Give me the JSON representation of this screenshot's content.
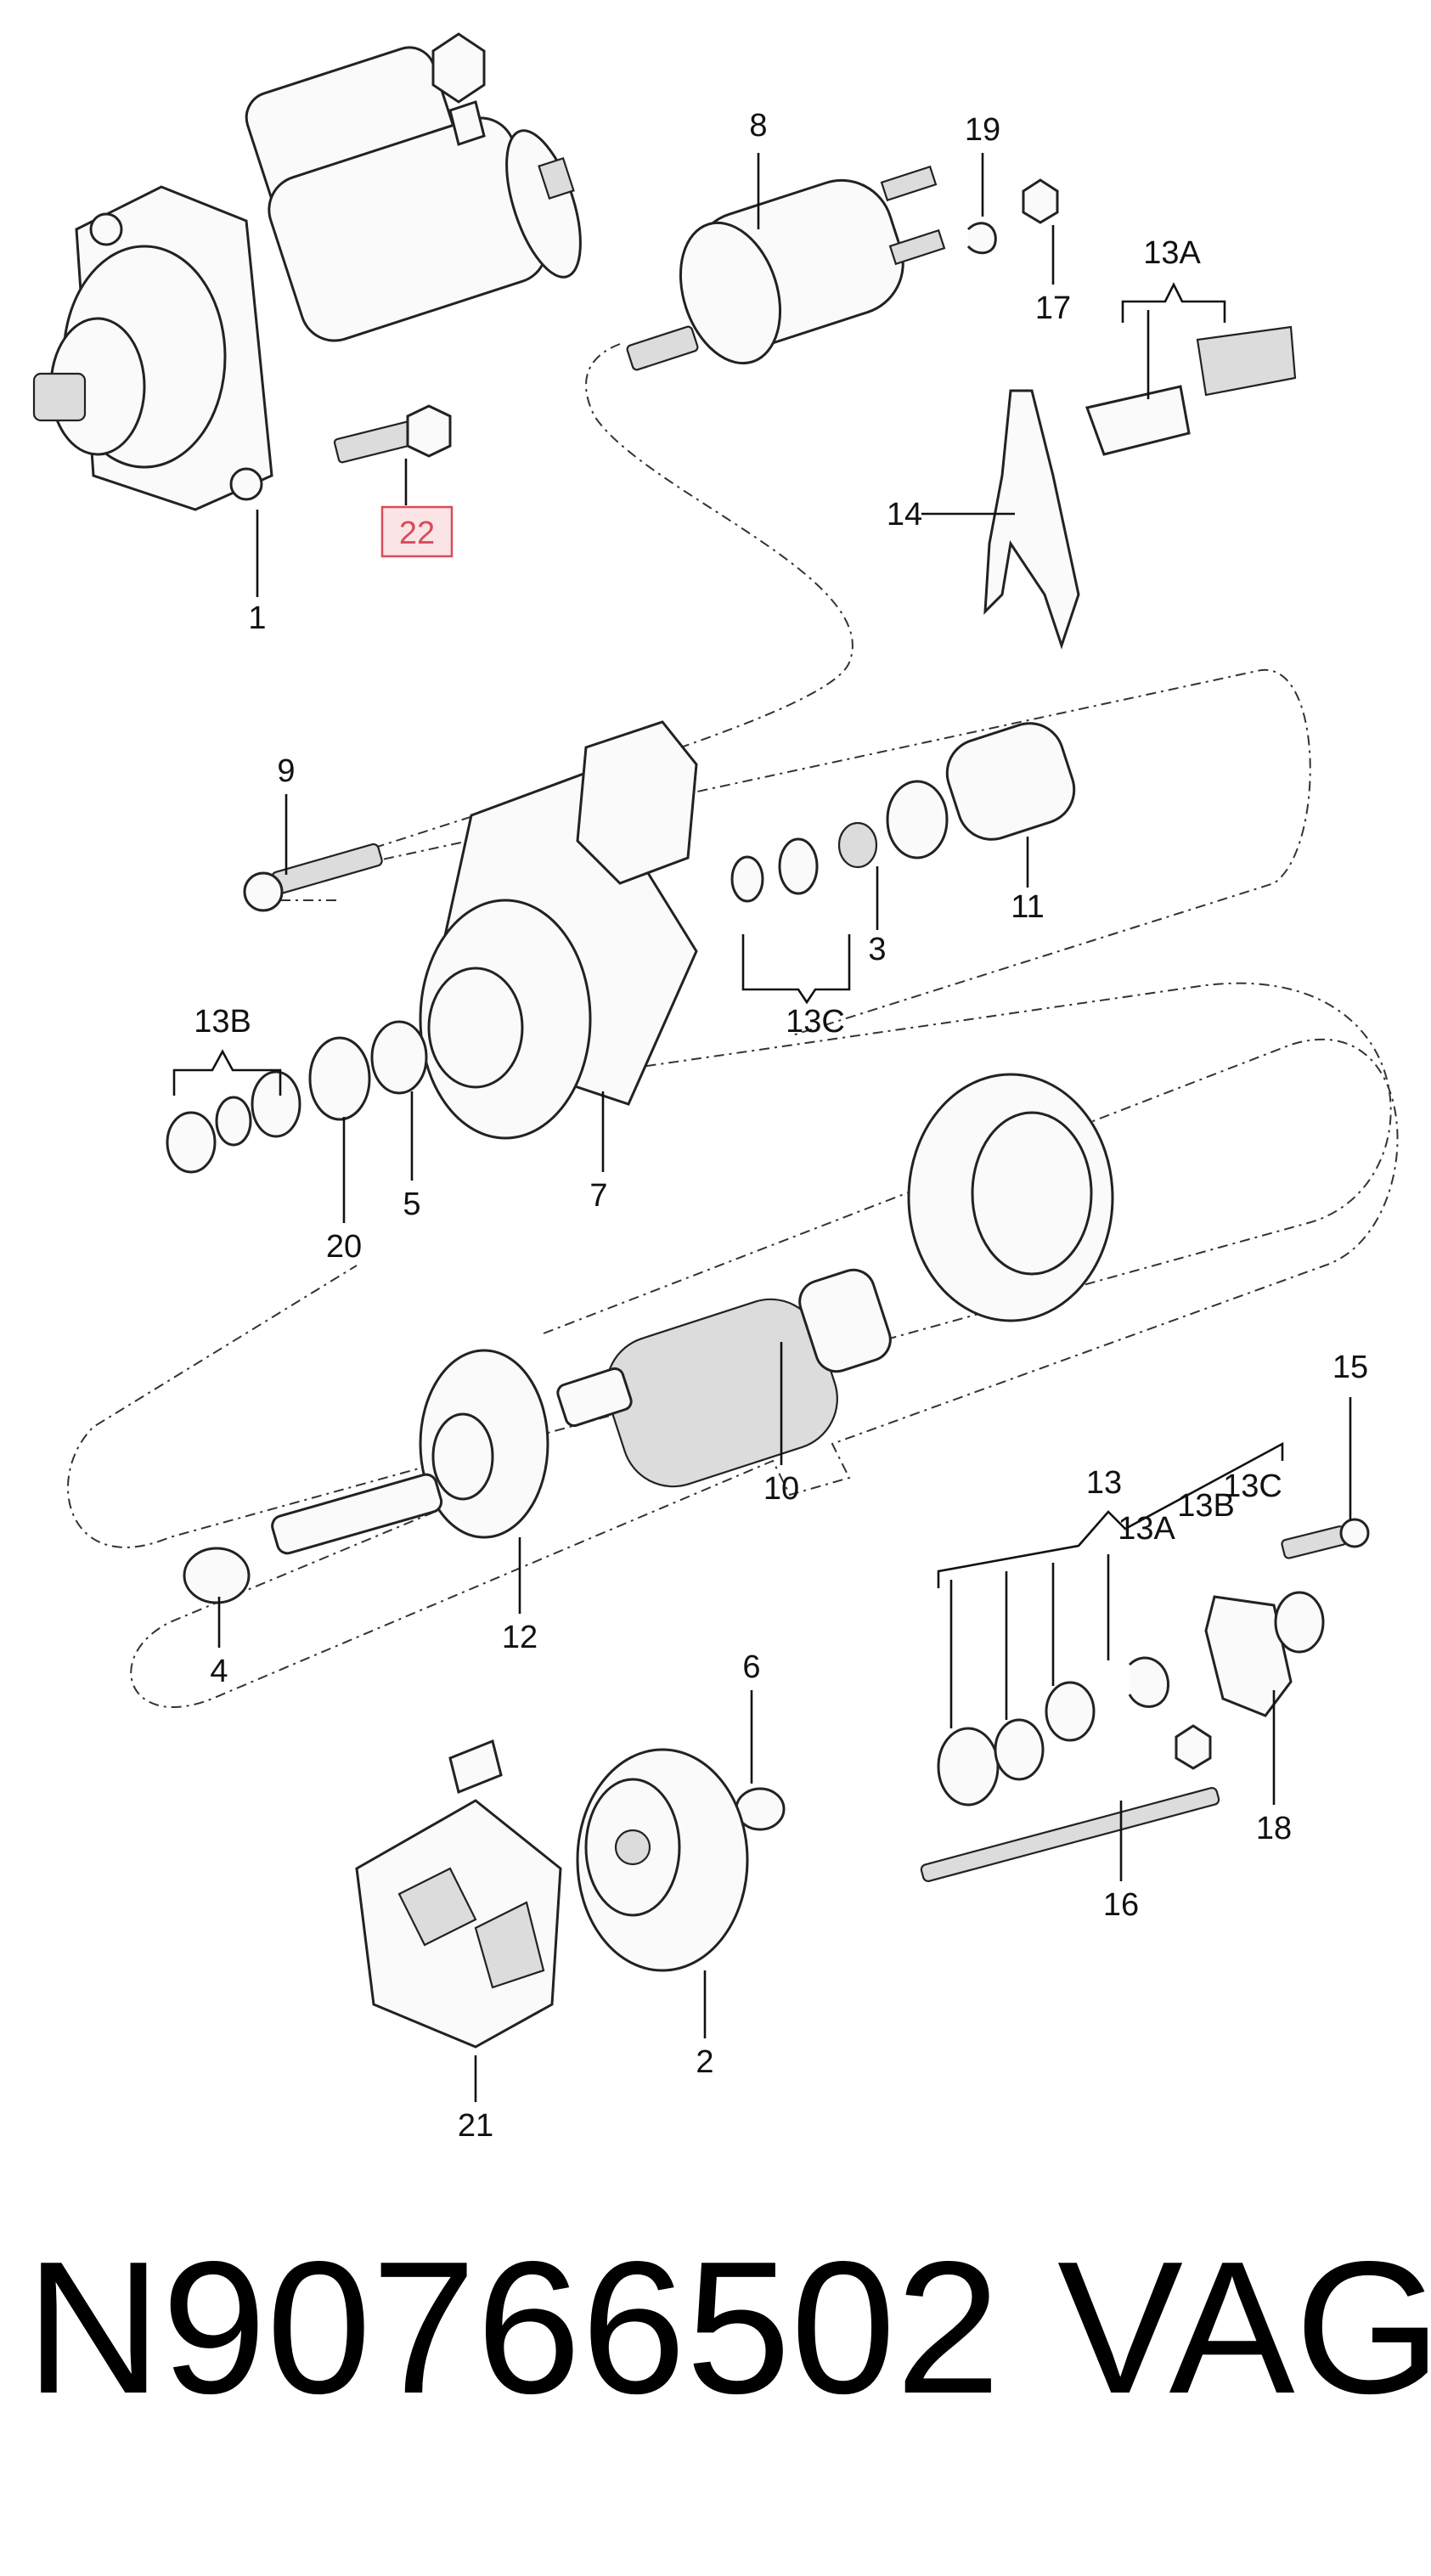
{
  "diagram": {
    "callouts": [
      "1",
      "2",
      "3",
      "4",
      "5",
      "6",
      "7",
      "8",
      "9",
      "10",
      "11",
      "12",
      "13",
      "13A",
      "13A",
      "13B",
      "13B",
      "13C",
      "13C",
      "14",
      "15",
      "16",
      "17",
      "18",
      "19",
      "20",
      "21",
      "22"
    ],
    "highlighted_callout": "22",
    "highlight_color": "#d94b5a",
    "highlight_fill": "#fbe4e6"
  },
  "footer": {
    "part_number": "N90766502",
    "brand": "VAG"
  }
}
